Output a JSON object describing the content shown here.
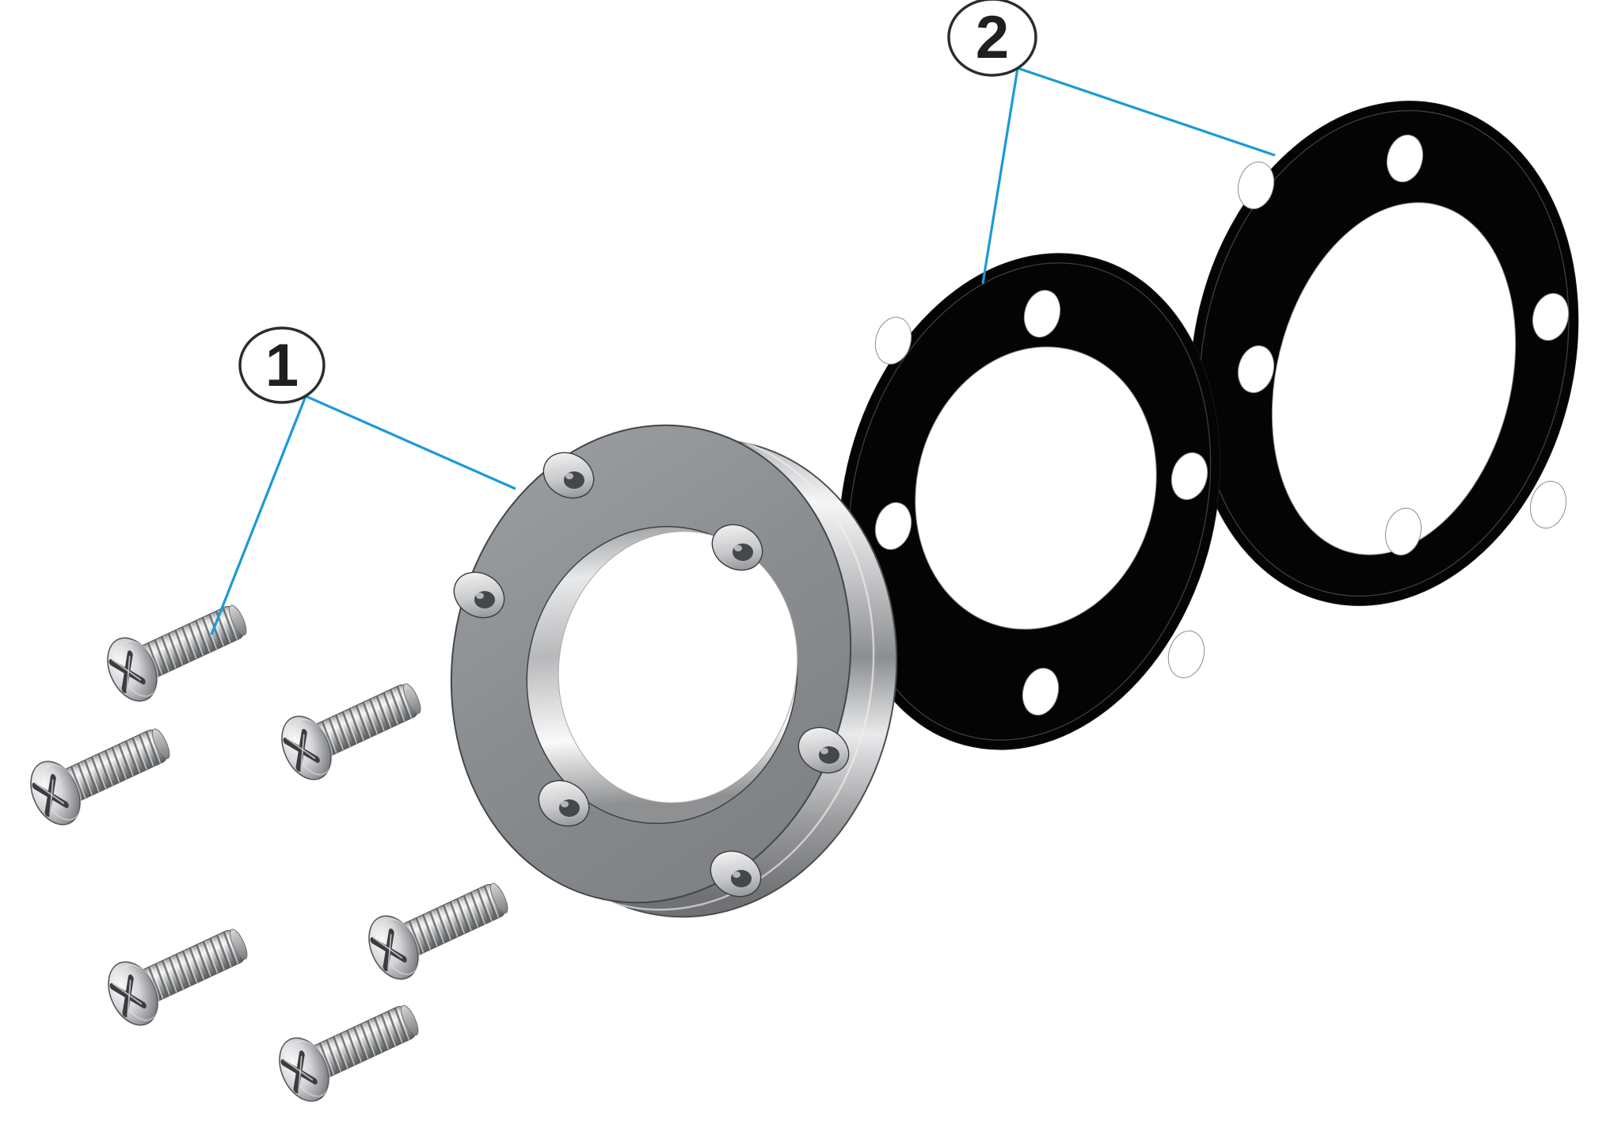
{
  "diagram": {
    "background": "#ffffff",
    "callouts": [
      {
        "label": "1",
        "points_to": [
          "screw-set",
          "flange"
        ]
      },
      {
        "label": "2",
        "points_to": [
          "gasket-left",
          "gasket-right"
        ]
      }
    ],
    "parts": [
      {
        "callout": "1",
        "name": "pan-head-phillips-screw",
        "quantity": 6
      },
      {
        "callout": "1",
        "name": "metal-flange-6-hole",
        "quantity": 1
      },
      {
        "callout": "2",
        "name": "rubber-flange-gasket",
        "quantity": 2
      }
    ],
    "colors": {
      "leader_line": "#1b9ad7",
      "balloon_stroke": "#2b2d2f",
      "balloon_fill": "#ffffff",
      "balloon_text": "#1f1f1f",
      "gasket": "#040404",
      "metal_mid": "#8b8e91"
    }
  }
}
